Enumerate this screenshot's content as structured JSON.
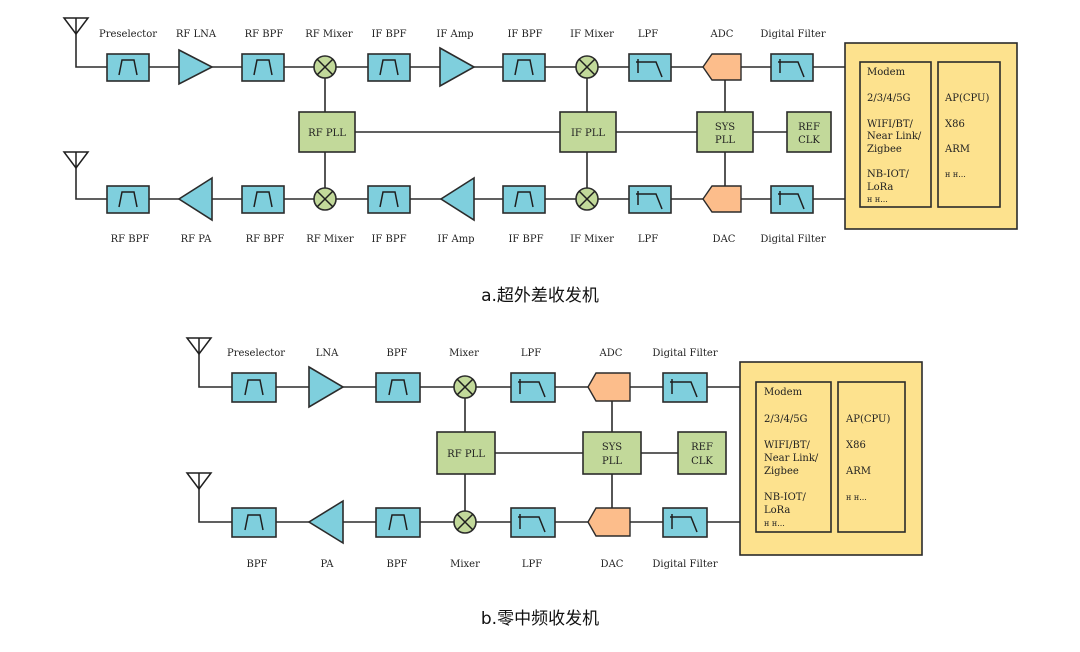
{
  "diagram_a": {
    "caption": "a.超外差收发机",
    "rx_labels": [
      "Preselector",
      "RF LNA",
      "RF BPF",
      "RF Mixer",
      "IF BPF",
      "IF Amp",
      "IF BPF",
      "IF Mixer",
      "LPF",
      "ADC",
      "Digital Filter"
    ],
    "tx_labels": [
      "RF BPF",
      "RF PA",
      "RF BPF",
      "RF Mixer",
      "IF BPF",
      "IF Amp",
      "IF BPF",
      "IF Mixer",
      "LPF",
      "DAC",
      "Digital Filter"
    ],
    "pll": {
      "rf_pll": "RF PLL",
      "if_pll": "IF PLL",
      "sys_pll_line1": "SYS",
      "sys_pll_line2": "PLL",
      "ref_clk_line1": "REF",
      "ref_clk_line2": "CLK"
    },
    "baseband": {
      "modem": [
        "Modem",
        "2/3/4/5G",
        "WIFI/BT/",
        "Near Link/",
        "Zigbee",
        "NB-IOT/",
        "LoRa",
        "н н..."
      ],
      "ap": [
        "AP(CPU)",
        "X86",
        "ARM",
        "н н..."
      ]
    }
  },
  "diagram_b": {
    "caption": "b.零中频收发机",
    "rx_labels": [
      "Preselector",
      "LNA",
      "BPF",
      "Mixer",
      "LPF",
      "ADC",
      "Digital Filter"
    ],
    "tx_labels": [
      "BPF",
      "PA",
      "BPF",
      "Mixer",
      "LPF",
      "DAC",
      "Digital Filter"
    ],
    "pll": {
      "rf_pll": "RF PLL",
      "sys_pll_line1": "SYS",
      "sys_pll_line2": "PLL",
      "ref_clk_line1": "REF",
      "ref_clk_line2": "CLK"
    },
    "baseband": {
      "modem": [
        "Modem",
        "2/3/4/5G",
        "WIFI/BT/",
        "Near Link/",
        "Zigbee",
        "NB-IOT/",
        "LoRa",
        "н н..."
      ],
      "ap": [
        "AP(CPU)",
        "X86",
        "ARM",
        "н н..."
      ]
    }
  },
  "colors": {
    "filter_amp": "#7fcfdd",
    "mixer_pll": "#c2d99a",
    "converter": "#fcbd8b",
    "baseband": "#fde28e"
  }
}
